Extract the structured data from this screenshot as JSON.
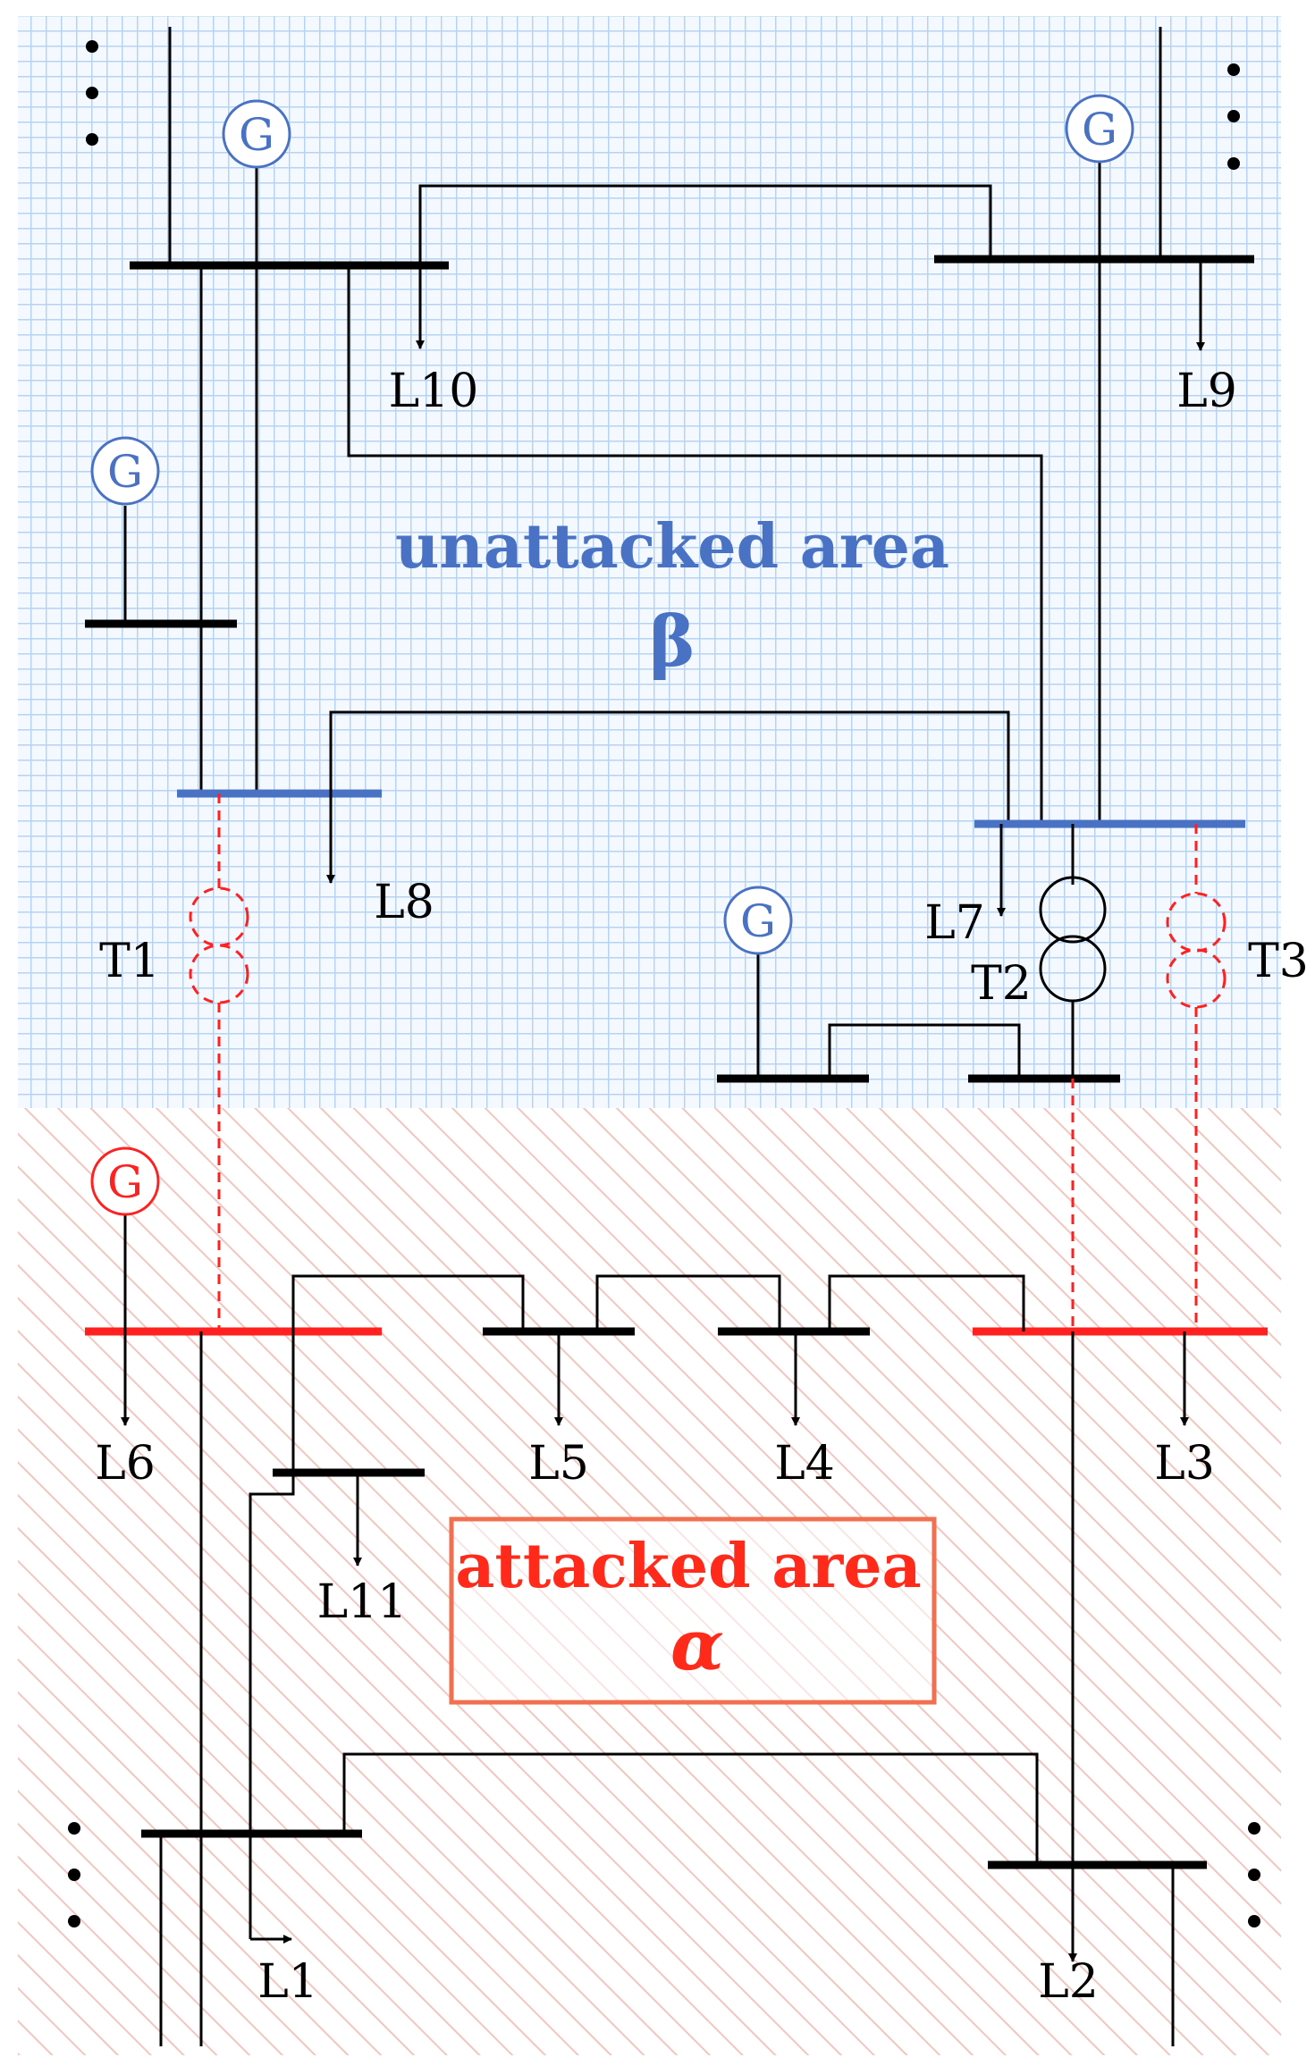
{
  "areas": {
    "unattacked": {
      "title": "unattacked area",
      "symbol": "β",
      "color": "#4a72c4"
    },
    "attacked": {
      "title": "attacked area",
      "symbol": "α",
      "color": "#ff2a1a",
      "frame_color": "#f07050"
    }
  },
  "generator_symbol": "G",
  "colors": {
    "unattacked_bus": "#4a72c4",
    "attacked_bus": "#ff2020",
    "wire": "#000000"
  },
  "loads": {
    "L1": "L1",
    "L2": "L2",
    "L3": "L3",
    "L4": "L4",
    "L5": "L5",
    "L6": "L6",
    "L7": "L7",
    "L8": "L8",
    "L9": "L9",
    "L10": "L10",
    "L11": "L11"
  },
  "transformers": {
    "T1": "T1",
    "T2": "T2",
    "T3": "T3"
  }
}
